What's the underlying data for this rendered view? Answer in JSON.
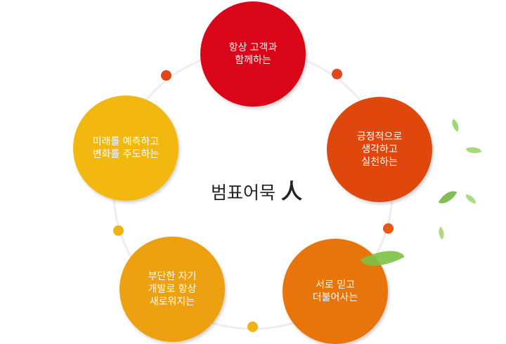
{
  "center": {
    "title": "범표어묵",
    "symbol": "人"
  },
  "values": [
    {
      "label": "항상 고객과\n함께하는",
      "color": "#d9061a"
    },
    {
      "label": "긍정적으로\n생각하고\n실천하는",
      "color": "#e0470c"
    },
    {
      "label": "서로 믿고\n더불어사는",
      "color": "#e8740c"
    },
    {
      "label": "부단한 자기\n개발로 항상\n새로워지는",
      "color": "#eda110"
    },
    {
      "label": "미래를 예측하고\n변화를 주도하는",
      "color": "#f2b80f"
    }
  ],
  "colors": {
    "ring": "#eeeeee",
    "dot_red": "#e0471a",
    "dot_orange": "#e85a10",
    "dot_gold": "#f0b214",
    "leaf": "#7cc243"
  }
}
